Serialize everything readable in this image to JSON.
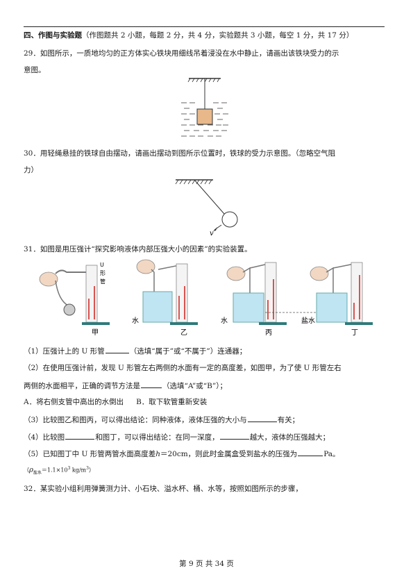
{
  "section": {
    "title": "四、作图与实验题",
    "note": "（作图题共 2 小题，每题 2 分，共 4 分，实验题共 3 小题，每空 1 分，共 17 分）"
  },
  "q29": {
    "line1": "29．如图所示，一质地均匀的正方体实心铁块用细线吊着浸没在水中静止，请画出该铁块受力的示",
    "line2": "意图。"
  },
  "q30": {
    "line1": "30．用轻绳悬挂的铁球自由摆动，请画出摆动到图所示位置时，铁球的受力示意图。（忽略空气阻",
    "line2": "力）",
    "velocity_label": "v"
  },
  "q31": {
    "intro": "31．如图是用压强计“探究影响液体内部压强大小的因素”的实验装置。",
    "fig_labels": {
      "u_tube": "U",
      "u_tube_2": "形",
      "u_tube_3": "管",
      "jia": "甲",
      "yi": "乙",
      "bing": "丙",
      "ding": "丁",
      "water_yi": "水",
      "water_bing": "水",
      "salt_water": "盐水"
    },
    "p1_a": "（1）压强计上的 U 形管",
    "p1_b": "（选填“属于”或“不属于”）连通器；",
    "p2_line1": "（2）在使用压强计前，发现 U 形管左右两侧的水面有一定的高度差，如图甲，为了使 U 形管左右",
    "p2_line2_a": "两侧的水面相平，正确的调节方法是",
    "p2_line2_b": "（选填“A”或“B”）；",
    "optA": "A．将右侧支管中高出的水倒出",
    "optB": "B．取下软管重新安装",
    "p3_a": "（3）比较图乙和图丙，可以得出结论：同种液体，液体压强的大小与",
    "p3_b": "有关；",
    "p4_a": "（4）比较图",
    "p4_b": "和图丁，可以得出结论：在同一深度，",
    "p4_c": "越大，液体的压强越大；",
    "p5_a": "（5）已知图丁中 U 形管两管水面高度差",
    "p5_h": "h",
    "p5_b": "＝20cm，则此时金属盒受到盐水的压强为",
    "p5_c": "Pa。",
    "density_rho": "ρ",
    "density_sub": "盐水",
    "density_val": "＝1.1×10",
    "density_exp": "3",
    "density_unit": " kg/m",
    "density_unit_exp": "3"
  },
  "q32": {
    "line1": "32．某实验小组利用弹簧测力计、小石块、溢水杯、桶、水等，按照如图所示的步骤，"
  },
  "footer": {
    "text": "第 9 页 共 34 页"
  }
}
